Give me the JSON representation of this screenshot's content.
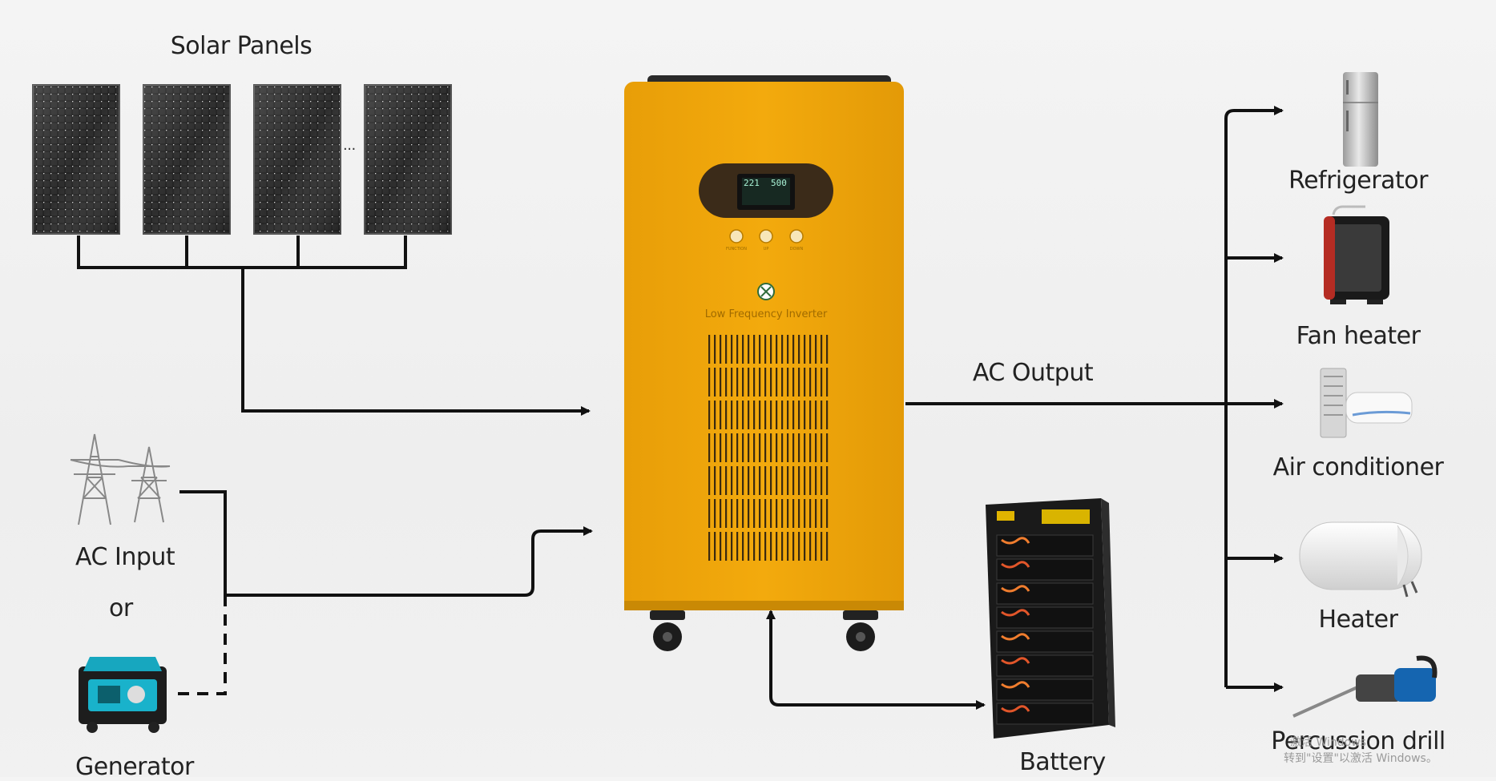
{
  "solar": {
    "title": "Solar Panels",
    "ellipsis": "···"
  },
  "inverter": {
    "display_left": "221",
    "display_right": "500",
    "buttons": [
      "FUNCTION",
      "UP",
      "DOWN"
    ],
    "label": "Low Frequency Inverter",
    "color": "#f2a80c"
  },
  "ac_input": {
    "label": "AC Input",
    "or": "or",
    "generator": "Generator"
  },
  "output": {
    "label": "AC Output"
  },
  "battery": {
    "label": "Battery"
  },
  "loads": [
    {
      "label": "Refrigerator",
      "icon": "refrigerator-icon"
    },
    {
      "label": "Fan heater",
      "icon": "fan-heater-icon"
    },
    {
      "label": "Air conditioner",
      "icon": "air-conditioner-icon"
    },
    {
      "label": "Heater",
      "icon": "water-heater-icon"
    },
    {
      "label": "Percussion drill",
      "icon": "percussion-drill-icon"
    }
  ],
  "watermark": {
    "line1": "激活 Windows",
    "line2": "转到\"设置\"以激活 Windows。"
  }
}
